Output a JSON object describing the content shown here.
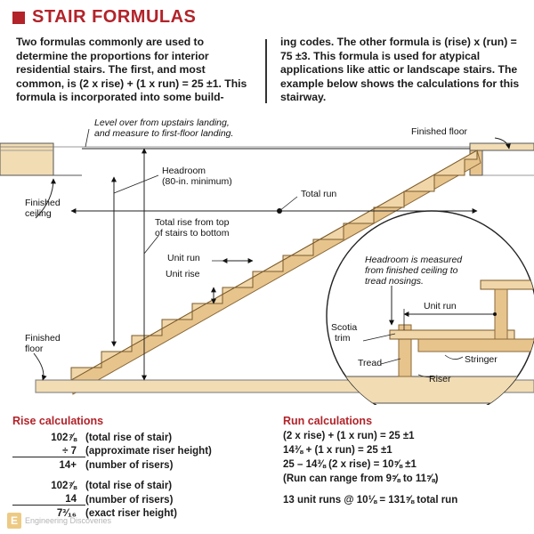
{
  "title": "STAIR FORMULAS",
  "intro_left": "Two formulas commonly are used to determine the proportions for interior residential stairs. The first, and most common, is (2 x rise) + (1 x run) = 25 ±1. This formula is incorporated into some build-",
  "intro_right": "ing codes. The other formula is (rise) x (run) = 75 ±3. This formula is used for atypical applications like attic or landscape stairs. The example below shows the calculations for this stairway.",
  "diagram": {
    "level_note_1": "Level over from upstairs landing,",
    "level_note_2": "and measure to first-floor landing.",
    "finished_floor_top": "Finished floor",
    "headroom_1": "Headroom",
    "headroom_2": "(80-in. minimum)",
    "finished_ceiling_1": "Finished",
    "finished_ceiling_2": "ceiling",
    "total_run": "Total run",
    "total_rise_1": "Total rise from top",
    "total_rise_2": "of stairs to bottom",
    "unit_run": "Unit run",
    "unit_rise": "Unit rise",
    "finished_floor_bottom_1": "Finished",
    "finished_floor_bottom_2": "floor",
    "detail_note_1": "Headroom is measured",
    "detail_note_2": "from finished ceiling to",
    "detail_note_3": "tread nosings.",
    "detail_unit_run": "Unit run",
    "scotia_1": "Scotia",
    "scotia_2": "trim",
    "tread": "Tread",
    "stringer": "Stringer",
    "riser": "Riser"
  },
  "rise": {
    "heading": "Rise calculations",
    "rows": [
      {
        "num": "102⅞",
        "desc": "(total rise of stair)"
      },
      {
        "num": "÷  7",
        "desc": "(approximate riser height)"
      },
      {
        "num": "14+",
        "desc": "(number of risers)"
      },
      {
        "num": "102⅞",
        "desc": "(total rise of stair)"
      },
      {
        "num": "14",
        "desc": "(number of risers)"
      },
      {
        "num": "7³⁄₁₆",
        "desc": "(exact riser height)"
      }
    ]
  },
  "run": {
    "heading": "Run calculations",
    "lines": [
      "(2 x rise) + (1 x run) = 25 ±1",
      "14⅜ + (1 x run) = 25 ±1",
      "25 – 14⅜ (2 x rise) = 10⅝ ±1",
      "(Run can range from 9⅝ to 11⅝)",
      "13 unit runs @ 10⅛ = 131⅝ total run"
    ]
  },
  "colors": {
    "accent": "#b2232a",
    "wood": "#e8c48d",
    "wood_dark": "#c99a5b"
  },
  "watermark": "Engineering Discoveries"
}
